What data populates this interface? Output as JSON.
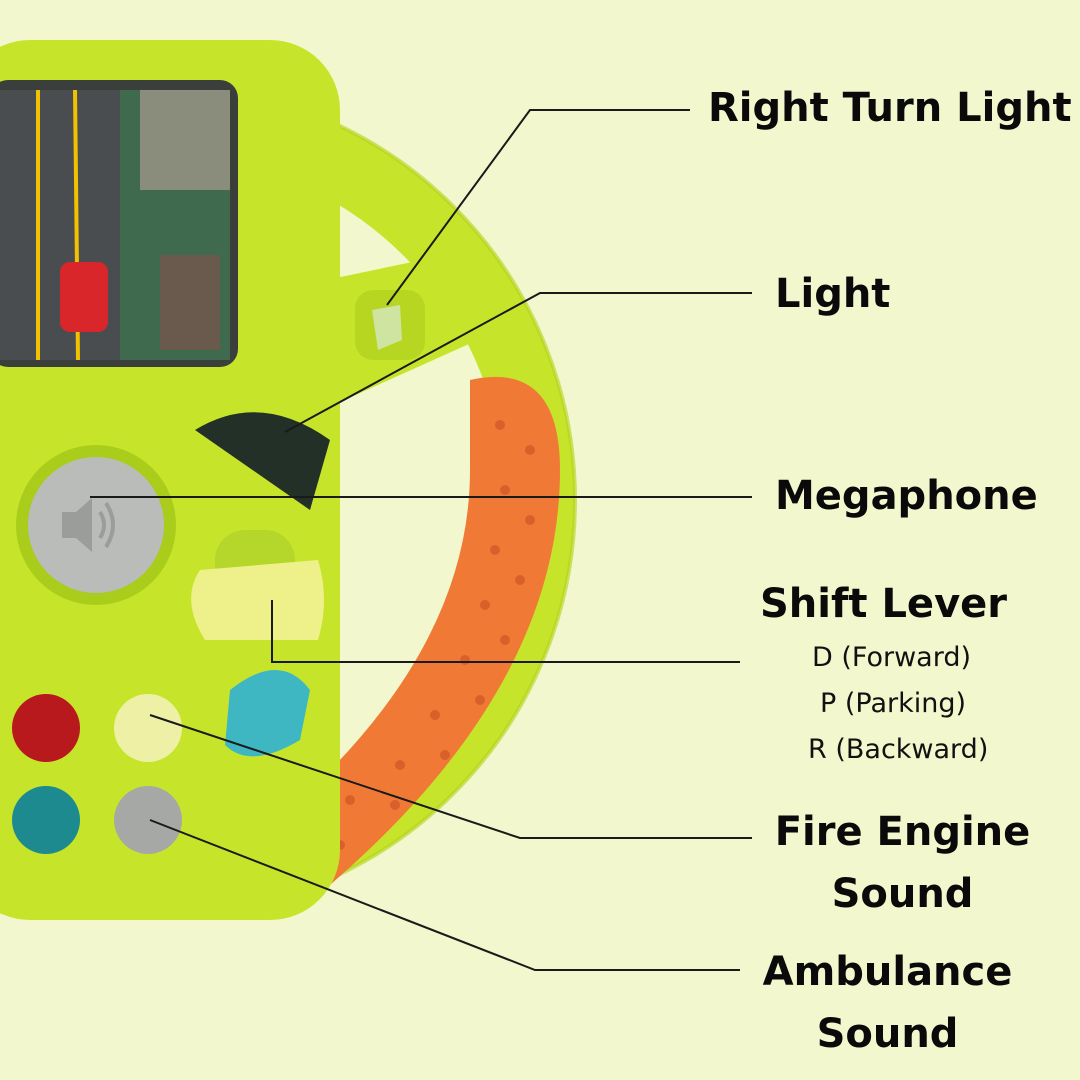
{
  "labels": {
    "right_turn_light": "Right Turn Light",
    "light": "Light",
    "megaphone": "Megaphone",
    "shift_lever": "Shift Lever",
    "shift_positions": [
      "D (Forward)",
      "P (Parking)",
      "R (Backward)"
    ],
    "fire_engine_sound": [
      "Fire Engine",
      "Sound"
    ],
    "ambulance_sound": [
      "Ambulance",
      "Sound"
    ]
  },
  "colors": {
    "background": "#f2f7cd",
    "wheel_green": "#c6e52a",
    "grip_orange": "#f07a35",
    "leader_line": "#1a1a1a"
  }
}
